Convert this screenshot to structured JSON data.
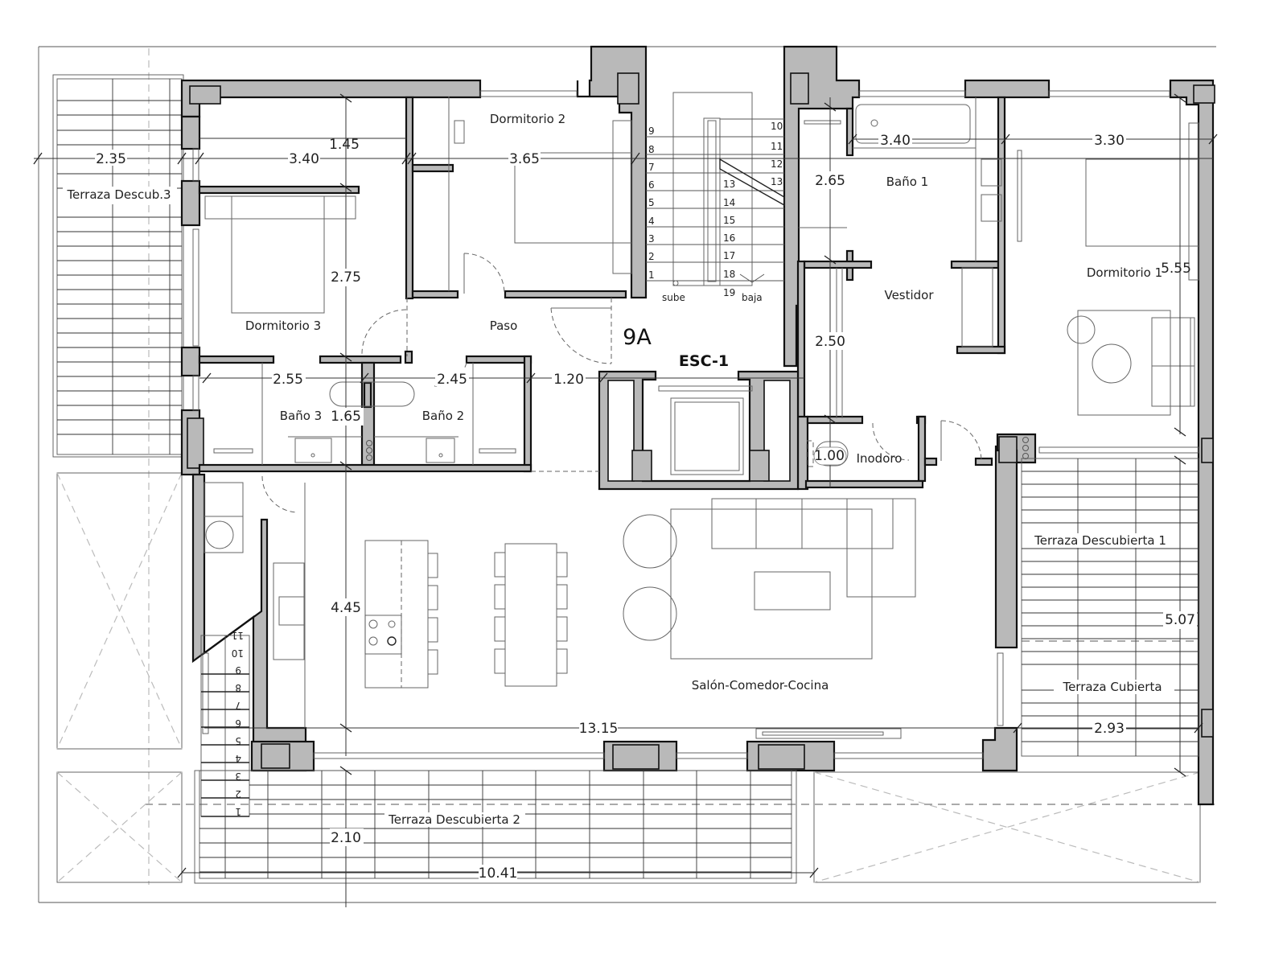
{
  "unit": {
    "code": "9A",
    "stair_core": "ESC-1"
  },
  "rooms": {
    "dormitorio_1": "Dormitorio 1",
    "dormitorio_2": "Dormitorio 2",
    "dormitorio_3": "Dormitorio 3",
    "bano_1": "Baño 1",
    "bano_2": "Baño 2",
    "bano_3": "Baño 3",
    "vestidor": "Vestidor",
    "inodoro": "Inodoro",
    "paso": "Paso",
    "salon": "Salón-Comedor-Cocina",
    "terraza_descub_3": "Terraza Descub.3",
    "terraza_descubierta_1": "Terraza Descubierta 1",
    "terraza_descubierta_2": "Terraza Descubierta 2",
    "terraza_cubierta": "Terraza Cubierta"
  },
  "dimensions": {
    "terraza3_width": "2.35",
    "dorm3_width": "3.40",
    "dorm3_closet_depth": "1.45",
    "dorm3_depth": "2.75",
    "dorm2_width": "3.65",
    "bano3_width": "2.55",
    "bano3_depth": "1.65",
    "bano2_width": "2.45",
    "paso_width": "1.20",
    "bano1_width": "3.40",
    "closet_depth": "2.65",
    "dorm1_width": "3.30",
    "dorm1_depth": "5.55",
    "vestidor_depth": "2.50",
    "inodoro_width": "1.00",
    "salon_depth": "4.45",
    "salon_width": "13.15",
    "terraza1_depth": "5.07",
    "terraza_cubierta_width": "2.93",
    "terraza2_depth": "2.10",
    "terraza2_width": "10.41"
  },
  "stairs": {
    "main_up": [
      "1",
      "2",
      "3",
      "4",
      "5",
      "6",
      "7",
      "8",
      "9"
    ],
    "main_landing": [
      "10",
      "11",
      "12",
      "13"
    ],
    "main_down": [
      "13",
      "14",
      "15",
      "16",
      "17",
      "18"
    ],
    "main_last": "19",
    "sube": "sube",
    "baja": "baja",
    "secondary": [
      "1",
      "2",
      "3",
      "4",
      "5",
      "6",
      "7",
      "8",
      "9",
      "10",
      "11"
    ]
  }
}
